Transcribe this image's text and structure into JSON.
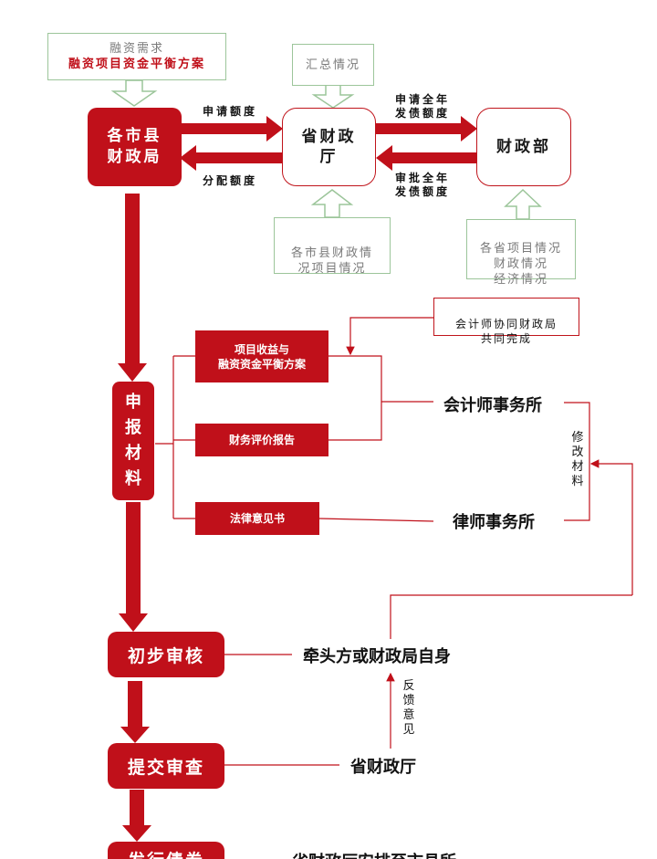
{
  "top": {
    "demand_box": {
      "line1": "融资需求",
      "line2": "融资项目资金平衡方案"
    },
    "summary_box": "汇总情况",
    "city_bureau": "各市县\n财政局",
    "province_dept": "省财政\n厅",
    "ministry": "财政部",
    "label_apply_quota": "申请额度",
    "label_allocate_quota": "分配额度",
    "label_apply_annual": "申请全年\n发债额度",
    "label_approve_annual": "审批全年\n发债额度",
    "city_info_box": "各市县财政情\n况项目情况",
    "province_info_box": "各省项目情况\n财政情况\n经济情况"
  },
  "materials": {
    "accountant_note": "会计师协同财政局\n共同完成",
    "project_plan": "项目收益与\n融资资金平衡方案",
    "financial_report": "财务评价报告",
    "legal_opinion": "法律意见书",
    "accounting_firm": "会计师事务所",
    "law_firm": "律师事务所",
    "revise_materials": "修改材料",
    "submit_materials": "申报材料"
  },
  "steps": {
    "preliminary_review": "初步审核",
    "lead_party": "牵头方或财政局自身",
    "feedback": "反馈意见",
    "submit_review": "提交审查",
    "province_dept2": "省财政厅",
    "issue_bonds": "发行债券",
    "issue_bonds_right": "省财政厅安排至市县所"
  },
  "colors": {
    "red": "#c0101a",
    "green_border": "#9cc59a"
  }
}
